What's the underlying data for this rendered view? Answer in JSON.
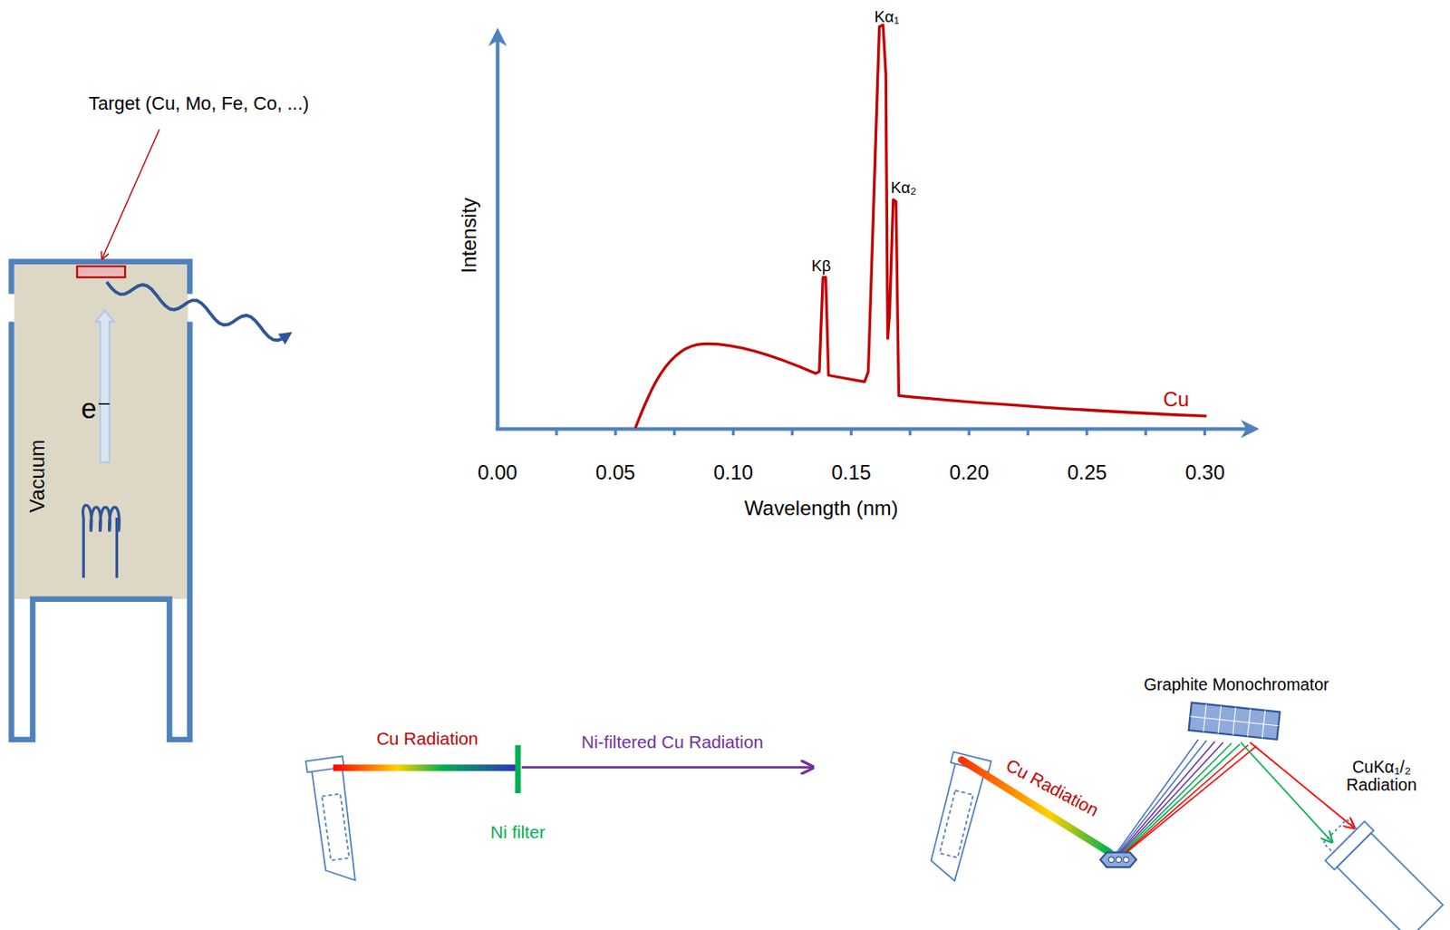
{
  "diagram": {
    "labels": [
      "Target (Cu, Mo, Fe, Co, ...)",
      "Kα₁",
      "Kα₂",
      "Intensity",
      "Kβ",
      "e⁻",
      "Cu",
      "Vacuum",
      "0.00",
      "0.05",
      "0.10",
      "0.15",
      "0.20",
      "0.25",
      "0.30",
      "Wavelength (nm)",
      "Graphite Monochromator",
      "Cu Radiation",
      "Ni-filtered Cu Radiation",
      "CuKα₁/₂ Radiation",
      "Cu Radiation",
      "Ni filter"
    ]
  }
}
